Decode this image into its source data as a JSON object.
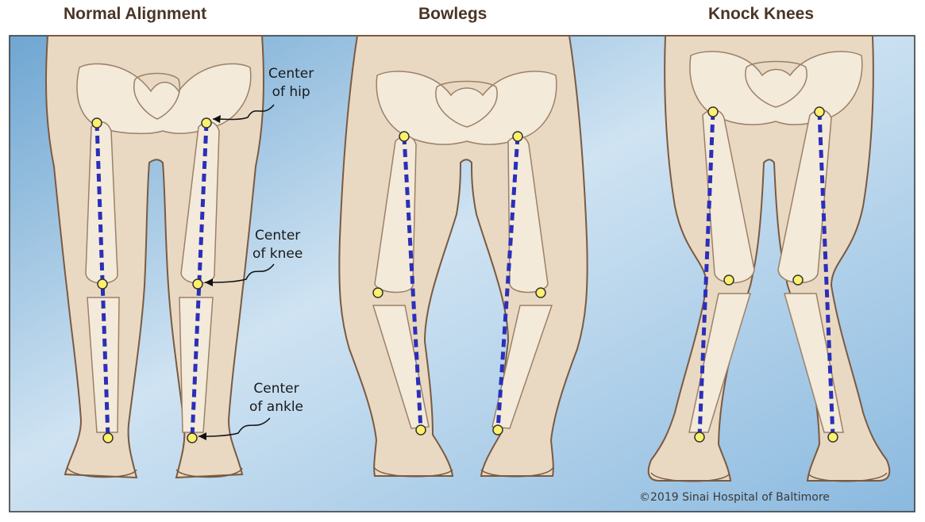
{
  "panels": [
    {
      "title": "Normal Alignment"
    },
    {
      "title": "Bowlegs"
    },
    {
      "title": "Knock Knees"
    }
  ],
  "callouts": {
    "hip": {
      "line1": "Center",
      "line2": "of hip"
    },
    "knee": {
      "line1": "Center",
      "line2": "of knee"
    },
    "ankle": {
      "line1": "Center",
      "line2": "of ankle"
    }
  },
  "copyright": "©2019 Sinai Hospital of Baltimore",
  "colors": {
    "background_light": "#cfe3f2",
    "background_dark": "#6fa6d2",
    "skin": "#e9d9c2",
    "skin_outline": "#7a5a42",
    "bone": "#f3ead9",
    "bone_outline": "#9c8068",
    "axis_line": "#2b2fb8",
    "joint_center": "#fff06a"
  },
  "icons": [
    "arrow-icon"
  ]
}
